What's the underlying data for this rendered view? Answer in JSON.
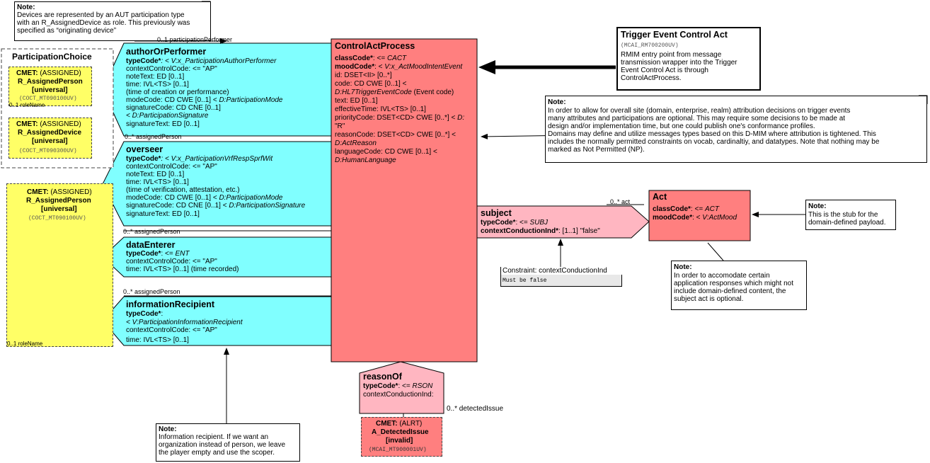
{
  "notes": {
    "device": {
      "heading": "Note:",
      "lines": [
        "Devices are represented by an AUT participation type",
        "with an R_AssignedDevice as role. This previously was",
        "specified as “originating device”"
      ]
    },
    "recipient": {
      "heading": "Note:",
      "lines": [
        "Information recipient.  If we want an",
        "organization instead of person, we leave",
        "the player empty and use the scoper."
      ]
    },
    "attribution": {
      "heading": "Note:",
      "lines": [
        "In order to allow for overall site (domain, enterprise, realm) attribution decisions on trigger events",
        "many attributes and participations are optional.   This may require some decisions to be made at",
        "design and/or implementation time, but one could publish one's conformance profiles.",
        "Domains may define and utilize messages types based on this D-MIM where attribution is tightened.  This",
        "includes the normally permitted constraints on vocab, cardinaltiy, and datatypes.  Note that nothing may be",
        "marked as Not Permitted (NP)."
      ]
    },
    "stub": {
      "heading": "Note:",
      "lines": [
        "This is the stub for the",
        "domain-defined payload."
      ]
    },
    "optional": {
      "heading": "Note:",
      "lines": [
        "In order to accomodate certain",
        "application responses which might not",
        "include domain-defined content, the",
        "subject act is optional."
      ]
    }
  },
  "participation_choice": {
    "title": "ParticipationChoice",
    "person": {
      "cmet": "CMET:",
      "kind": "(ASSIGNED)",
      "name": "R_AssignedPerson",
      "flavor": "[universal]",
      "id": "(COCT_MT090100UV)",
      "rolename": "0..1 roleName"
    },
    "device": {
      "cmet": "CMET:",
      "kind": "(ASSIGNED)",
      "name": "R_AssignedDevice",
      "flavor": "[universal]",
      "id": "(COCT_MT090300UV)"
    }
  },
  "assigned_person": {
    "cmet": "CMET:",
    "kind": "(ASSIGNED)",
    "name": "R_AssignedPerson",
    "flavor": "[universal]",
    "id": "(COCT_MT090100UV)",
    "rolename": "0..1 roleName"
  },
  "author": {
    "label_top": "0..1 participationPerformer",
    "title": "authorOrPerformer",
    "l1": "typeCode*",
    "l1b": ": < V:x_ParticipationAuthorPerformer",
    "l2": "contextControlCode: <= \"AP\"",
    "l3": "noteText: ED [0..1]",
    "l4": "time: IVL<TS> [0..1]",
    "l5": " (time of creation or performance)",
    "l6": "modeCode: CD CWE [0..1] < ",
    "l6b": "D:ParticipationMode",
    "l7": "signatureCode: CD CNE [0..1]",
    "l8": " < D:ParticipationSignature",
    "l9": "signatureText: ED [0..1]"
  },
  "overseer": {
    "label_top": "0..* assignedPerson",
    "title": "overseer",
    "l1": "typeCode*",
    "l1b": ": < V:x_ParticipationVrfRespSprfWit",
    "l2": "contextControlCode: <= \"AP\"",
    "l3": "noteText: ED [0..1]",
    "l4": "time: IVL<TS> [0..1]",
    "l5": " (time of verification, attestation, etc.)",
    "l6": "modeCode: CD CWE [0..1] < ",
    "l6b": "D:ParticipationMode",
    "l7": "signatureCode: CD CNE [0..1] < ",
    "l7b": "D:ParticipationSignature",
    "l8": "signatureText: ED [0..1]"
  },
  "data_enterer": {
    "label_top": "0..* assignedPerson",
    "title": "dataEnterer",
    "l1": "typeCode*",
    "l1b": ": <= ",
    "l1c": "ENT",
    "l2": "contextControlCode: <= \"AP\"",
    "l3": "time: IVL<TS> [0..1] (time recorded)"
  },
  "info_recipient": {
    "label_top": "0..* assignedPerson",
    "title": "informationRecipient",
    "l1": "typeCode*",
    "l1b": ":",
    "l2": " < V:ParticipationInformationRecipient",
    "l3": "contextControlCode: <= \"AP\"",
    "l4": "time: IVL<TS> [0..1]"
  },
  "control_act": {
    "title": "ControlActProcess",
    "l1": "classCode*",
    "l1b": ": <= ",
    "l1c": "CACT",
    "l2": "moodCode*",
    "l2b": ": < ",
    "l2c": "V:x_ActMoodIntentEvent",
    "l3": "id: DSET<II> [0..*]",
    "l4": "code: CD CWE [0..1] <",
    "l5": "D:HL7TriggerEventCode",
    "l5b": " (Event code)",
    "l6": "text: ED [0..1]",
    "l7": "effectiveTime: IVL<TS> [0..1]",
    "l8": "priorityCode: DSET<CD> CWE [0..*] < ",
    "l8b": "D:",
    "l9": "\"R\"",
    "l10": "reasonCode: DSET<CD> CWE [0..*] <",
    "l11": "D:ActReason",
    "l12": "languageCode: CD CWE [0..1] <",
    "l13": "D:HumanLanguage"
  },
  "trigger": {
    "title": "Trigger Event Control Act",
    "id": "(MCAI_RM700200UV)",
    "lines": [
      "RMIM entry point from message",
      "    transmission wrapper into the Trigger",
      "    Event Control Act is through",
      "    ControlActProcess."
    ]
  },
  "subject": {
    "label_top": "0..* act",
    "title": "subject",
    "l1": "typeCode*",
    "l1b": ": <= ",
    "l1c": "SUBJ",
    "l2": "contextConductionInd*",
    "l2b": ": [1..1] \"false\""
  },
  "act": {
    "title": "Act",
    "l1": "classCode*",
    "l1b": ": <= ",
    "l1c": "ACT",
    "l2": "moodCode*",
    "l2b": ": < ",
    "l2c": "V:ActMood"
  },
  "constraint": {
    "heading": "Constraint: contextConductionInd",
    "body": "Must be false"
  },
  "reason_of": {
    "title": "reasonOf",
    "l1": "typeCode*",
    "l1b": ": <= ",
    "l1c": "RSON",
    "l2": "contextConductionInd:",
    "label_right": "0..* detectedIssue"
  },
  "detected_issue": {
    "cmet": "CMET:",
    "kind": "(ALRT)",
    "name": "A_DetectedIssue",
    "flavor": "[invalid]",
    "id": "(MCAI_MT900001UV)"
  },
  "colors": {
    "participation": "#80ffff",
    "act": "#ff7f7f",
    "act_relationship": "#ffb6c1",
    "cmet": "#ffff66",
    "note": "#ffffff"
  }
}
